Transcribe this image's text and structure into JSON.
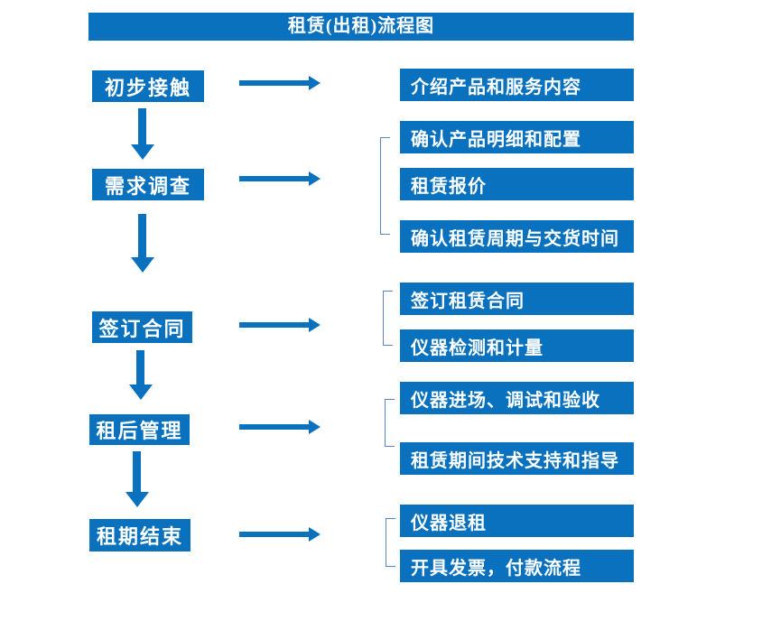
{
  "title": "租赁(出租)流程图",
  "colors": {
    "primary_blue": "#0971bd",
    "bracket_blue": "#5b84c0",
    "text_white": "#ffffff",
    "background": "#ffffff"
  },
  "flow": {
    "steps": [
      {
        "label": "初步接触",
        "details": [
          "介绍产品和服务内容"
        ]
      },
      {
        "label": "需求调查",
        "details": [
          "确认产品明细和配置",
          "租赁报价",
          "确认租赁周期与交货时间"
        ]
      },
      {
        "label": "签订合同",
        "details": [
          "签订租赁合同",
          "仪器检测和计量"
        ]
      },
      {
        "label": "租后管理",
        "details": [
          "仪器进场、调试和验收",
          "租赁期间技术支持和指导"
        ]
      },
      {
        "label": "租期结束",
        "details": [
          "仪器退租",
          "开具发票，付款流程"
        ]
      }
    ]
  }
}
